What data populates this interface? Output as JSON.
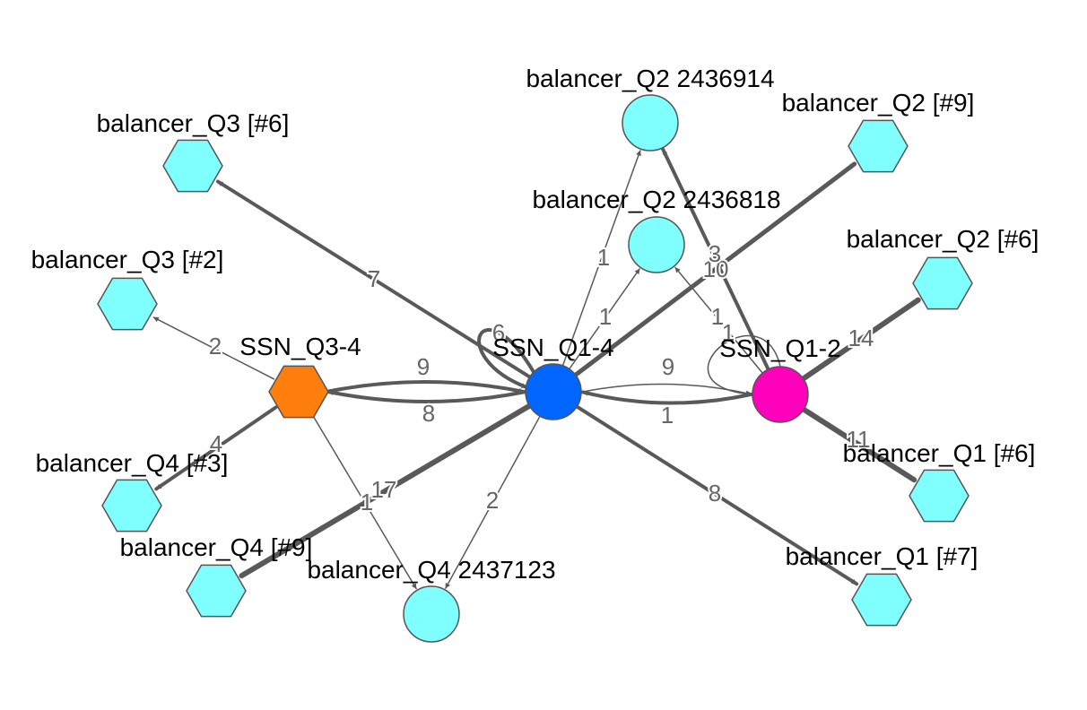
{
  "colors": {
    "hub_blue": "#0066ff",
    "hub_magenta": "#ff00bb",
    "hub_orange": "#ff7f0e",
    "leaf_cyan": "#80ffff",
    "edge": "#595959"
  },
  "nodes": [
    {
      "id": "ssn_q1_4",
      "label": "SSN_Q1-4",
      "shape": "circle",
      "color": "#0066ff"
    },
    {
      "id": "ssn_q1_2",
      "label": "SSN_Q1-2",
      "shape": "circle",
      "color": "#ff00bb"
    },
    {
      "id": "ssn_q3_4",
      "label": "SSN_Q3-4",
      "shape": "hexagon",
      "color": "#ff7f0e"
    },
    {
      "id": "q2_2436914",
      "label": "balancer_Q2 2436914",
      "shape": "circle",
      "color": "#80ffff"
    },
    {
      "id": "q2_2436818",
      "label": "balancer_Q2 2436818",
      "shape": "circle",
      "color": "#80ffff"
    },
    {
      "id": "q4_2437123",
      "label": "balancer_Q4 2437123",
      "shape": "circle",
      "color": "#80ffff"
    },
    {
      "id": "q2_9",
      "label": "balancer_Q2 [#9]",
      "shape": "hexagon",
      "color": "#80ffff"
    },
    {
      "id": "q2_6",
      "label": "balancer_Q2 [#6]",
      "shape": "hexagon",
      "color": "#80ffff"
    },
    {
      "id": "q3_6",
      "label": "balancer_Q3 [#6]",
      "shape": "hexagon",
      "color": "#80ffff"
    },
    {
      "id": "q3_2",
      "label": "balancer_Q3 [#2]",
      "shape": "hexagon",
      "color": "#80ffff"
    },
    {
      "id": "q4_3",
      "label": "balancer_Q4 [#3]",
      "shape": "hexagon",
      "color": "#80ffff"
    },
    {
      "id": "q4_9",
      "label": "balancer_Q4 [#9]",
      "shape": "hexagon",
      "color": "#80ffff"
    },
    {
      "id": "q1_6",
      "label": "balancer_Q1 [#6]",
      "shape": "hexagon",
      "color": "#80ffff"
    },
    {
      "id": "q1_7",
      "label": "balancer_Q1 [#7]",
      "shape": "hexagon",
      "color": "#80ffff"
    }
  ],
  "edges": [
    {
      "from": "ssn_q1_4",
      "to": "q3_6",
      "weight": "7"
    },
    {
      "from": "ssn_q1_4",
      "to": "q2_2436914",
      "weight": "1"
    },
    {
      "from": "ssn_q1_4",
      "to": "q2_2436818",
      "weight": "1"
    },
    {
      "from": "ssn_q1_4",
      "to": "q2_9",
      "weight": "10"
    },
    {
      "from": "ssn_q1_4",
      "to": "ssn_q1_4",
      "weight": "6"
    },
    {
      "from": "ssn_q1_4",
      "to": "ssn_q3_4",
      "weight": "8"
    },
    {
      "from": "ssn_q1_4",
      "to": "ssn_q1_2",
      "weight": "1"
    },
    {
      "from": "ssn_q1_4",
      "to": "q4_9",
      "weight": "17"
    },
    {
      "from": "ssn_q1_4",
      "to": "q4_2437123",
      "weight": "2"
    },
    {
      "from": "ssn_q1_4",
      "to": "q1_7",
      "weight": "8"
    },
    {
      "from": "ssn_q3_4",
      "to": "ssn_q1_4",
      "weight": "9"
    },
    {
      "from": "ssn_q3_4",
      "to": "q3_2",
      "weight": "2"
    },
    {
      "from": "ssn_q3_4",
      "to": "q4_3",
      "weight": "4"
    },
    {
      "from": "ssn_q3_4",
      "to": "q4_2437123",
      "weight": "1"
    },
    {
      "from": "ssn_q1_2",
      "to": "ssn_q1_4",
      "weight": "9"
    },
    {
      "from": "ssn_q1_2",
      "to": "q2_2436914",
      "weight": "3"
    },
    {
      "from": "ssn_q1_2",
      "to": "q2_2436818",
      "weight": "1"
    },
    {
      "from": "ssn_q1_2",
      "to": "ssn_q1_2",
      "weight": "1"
    },
    {
      "from": "ssn_q1_2",
      "to": "q2_6",
      "weight": "14"
    },
    {
      "from": "ssn_q1_2",
      "to": "q1_6",
      "weight": "11"
    }
  ]
}
